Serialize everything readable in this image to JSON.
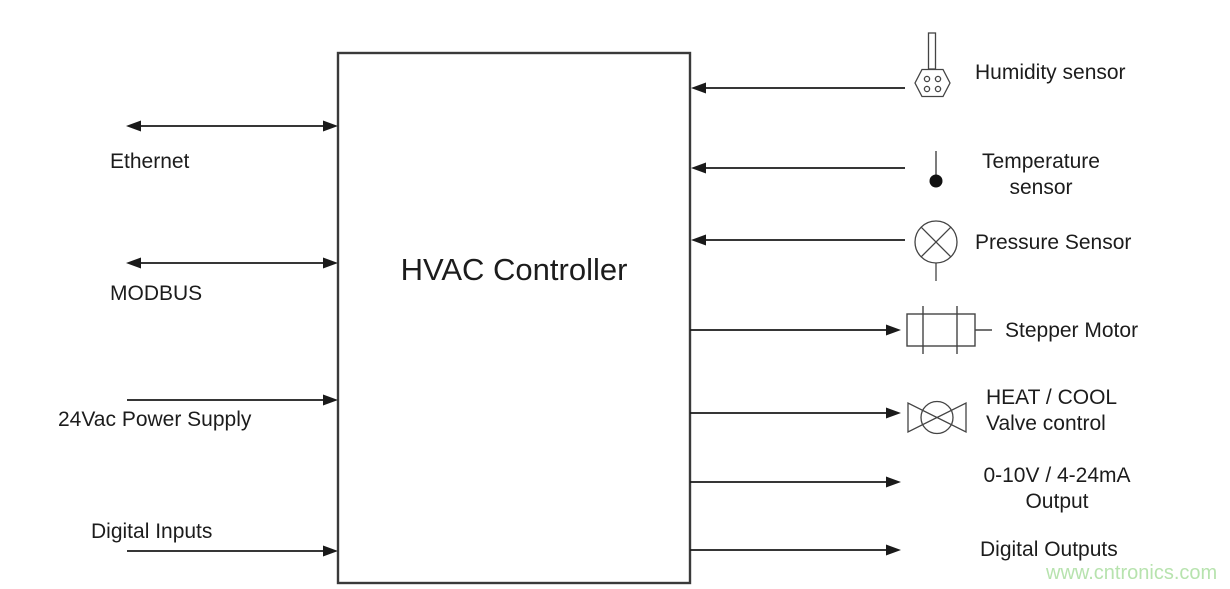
{
  "diagram": {
    "controller": {
      "title": "HVAC Controller"
    },
    "watermark": "www.cntronics.com",
    "colors": {
      "arrow": "#1a1a1a",
      "box_border": "#3a3a3a",
      "icon_stroke": "#444444",
      "text": "#1c1c1c",
      "watermark": "#b7e3ae"
    },
    "left_ports": [
      {
        "label": "Ethernet",
        "direction": "bidirectional"
      },
      {
        "label": "MODBUS",
        "direction": "bidirectional"
      },
      {
        "label": "24Vac Power Supply",
        "direction": "input"
      },
      {
        "label": "Digital Inputs",
        "direction": "input"
      }
    ],
    "right_ports": [
      {
        "label": "Humidity sensor",
        "direction": "input",
        "icon": "humidity-sensor-icon",
        "label_lines": [
          "Humidity sensor"
        ]
      },
      {
        "label": "Temperature sensor",
        "direction": "input",
        "icon": "temperature-sensor-icon",
        "label_lines": [
          "Temperature",
          "sensor"
        ]
      },
      {
        "label": "Pressure Sensor",
        "direction": "input",
        "icon": "pressure-sensor-icon",
        "label_lines": [
          "Pressure Sensor"
        ]
      },
      {
        "label": "Stepper Motor",
        "direction": "output",
        "icon": "stepper-motor-icon",
        "label_lines": [
          "Stepper Motor"
        ]
      },
      {
        "label": "HEAT / COOL Valve control",
        "direction": "output",
        "icon": "valve-icon",
        "label_lines": [
          "HEAT / COOL",
          "Valve control"
        ]
      },
      {
        "label": "0-10V / 4-24mA Output",
        "direction": "output",
        "icon": null,
        "label_lines": [
          "0-10V / 4-24mA",
          "Output"
        ]
      },
      {
        "label": "Digital Outputs",
        "direction": "output",
        "icon": null,
        "label_lines": [
          "Digital Outputs"
        ]
      }
    ]
  }
}
